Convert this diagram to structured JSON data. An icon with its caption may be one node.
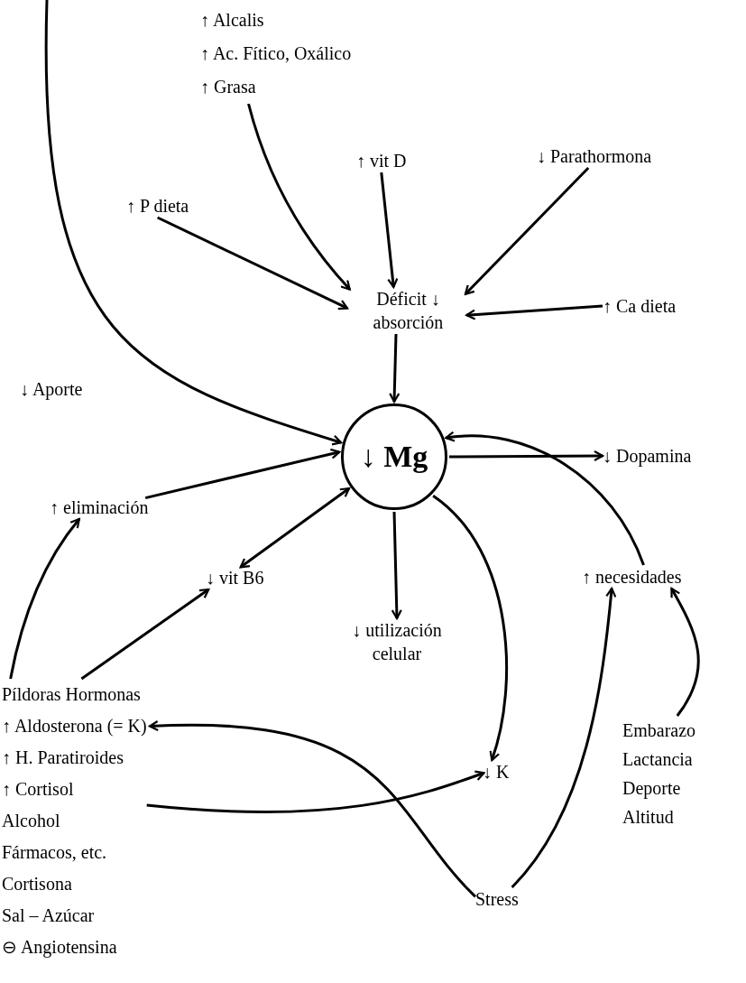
{
  "diagram": {
    "nodes": [
      {
        "text": [
          "↑ Alcalis",
          "↑ Ac. Fítico, Oxálico",
          "↑ Grasa"
        ]
      },
      {
        "text": [
          "↑ vit D"
        ]
      },
      {
        "text": [
          "↓ Parathormona"
        ]
      },
      {
        "text": [
          "↑ P dieta"
        ]
      },
      {
        "text": [
          "Déficit ↓ absorción"
        ]
      },
      {
        "text": [
          "↑ Ca dieta"
        ]
      },
      {
        "text": [
          "↓ Aporte"
        ]
      },
      {
        "text": [
          "↓ Mg"
        ]
      },
      {
        "text": [
          "↓ Dopamina"
        ]
      },
      {
        "text": [
          "↑ eliminación"
        ]
      },
      {
        "text": [
          "↓ vit B6"
        ]
      },
      {
        "text": [
          "↑ necesidades"
        ]
      },
      {
        "text": [
          "↓ utilización celular"
        ]
      },
      {
        "text": [
          "Píldoras Hormonas",
          "↑ Aldosterona (= K)",
          "↑ H. Paratiroides",
          "↑ Cortisol",
          "Alcohol",
          "Fármacos, etc.",
          "Cortisona",
          "Sal – Azúcar",
          "⊖ Angiotensina"
        ]
      },
      {
        "text": [
          "↓ K"
        ]
      },
      {
        "text": [
          "Embarazo",
          "Lactancia",
          "Deporte",
          "Altitud"
        ]
      },
      {
        "text": [
          "Stress"
        ]
      }
    ],
    "edges": [
      {
        "from": 0,
        "to": 4,
        "arrow": "to"
      },
      {
        "from": 1,
        "to": 4,
        "arrow": "to"
      },
      {
        "from": 2,
        "to": 4,
        "arrow": "to"
      },
      {
        "from": 3,
        "to": 4,
        "arrow": "to"
      },
      {
        "from": 5,
        "to": 4,
        "arrow": "to"
      },
      {
        "from": 4,
        "to": 7,
        "arrow": "to"
      },
      {
        "from": null,
        "to": 7,
        "arrow": "to"
      },
      {
        "from": 7,
        "to": 8,
        "arrow": "to"
      },
      {
        "from": 9,
        "to": 7,
        "arrow": "to"
      },
      {
        "from": 7,
        "to": 10,
        "arrow": "both"
      },
      {
        "from": 7,
        "to": 12,
        "arrow": "to"
      },
      {
        "from": 7,
        "to": 14,
        "arrow": "to"
      },
      {
        "from": 11,
        "to": 7,
        "arrow": "to"
      },
      {
        "from": 13,
        "to": 9,
        "arrow": "to"
      },
      {
        "from": 13,
        "to": 10,
        "arrow": "to"
      },
      {
        "from": 16,
        "to": 13,
        "arrow": "to"
      },
      {
        "from": 13,
        "to": 14,
        "arrow": "to"
      },
      {
        "from": 16,
        "to": 11,
        "arrow": "to"
      },
      {
        "from": 15,
        "to": 11,
        "arrow": "to"
      }
    ]
  }
}
